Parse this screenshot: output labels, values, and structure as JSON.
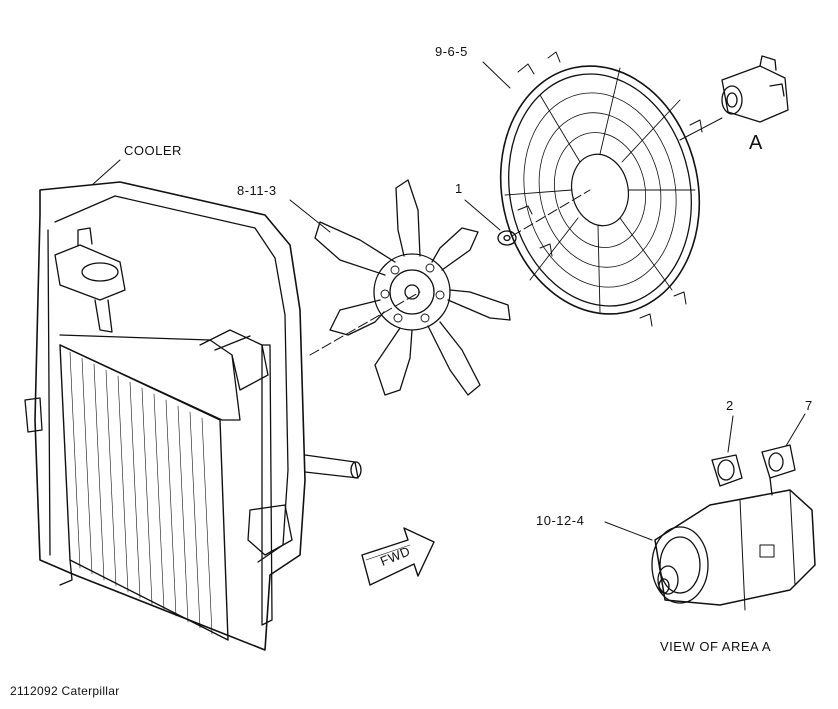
{
  "labels": {
    "cooler": "COOLER",
    "fan_guard": "9-6-5",
    "fan_blade": "8-11-3",
    "hub": "1",
    "area_marker": "A",
    "sensor": "2",
    "fitting": "7",
    "pump_motor": "10-12-4",
    "view_caption": "VIEW OF AREA  A",
    "fwd_arrow": "FWD"
  },
  "footer": {
    "caption": "2112092 Caterpillar"
  }
}
